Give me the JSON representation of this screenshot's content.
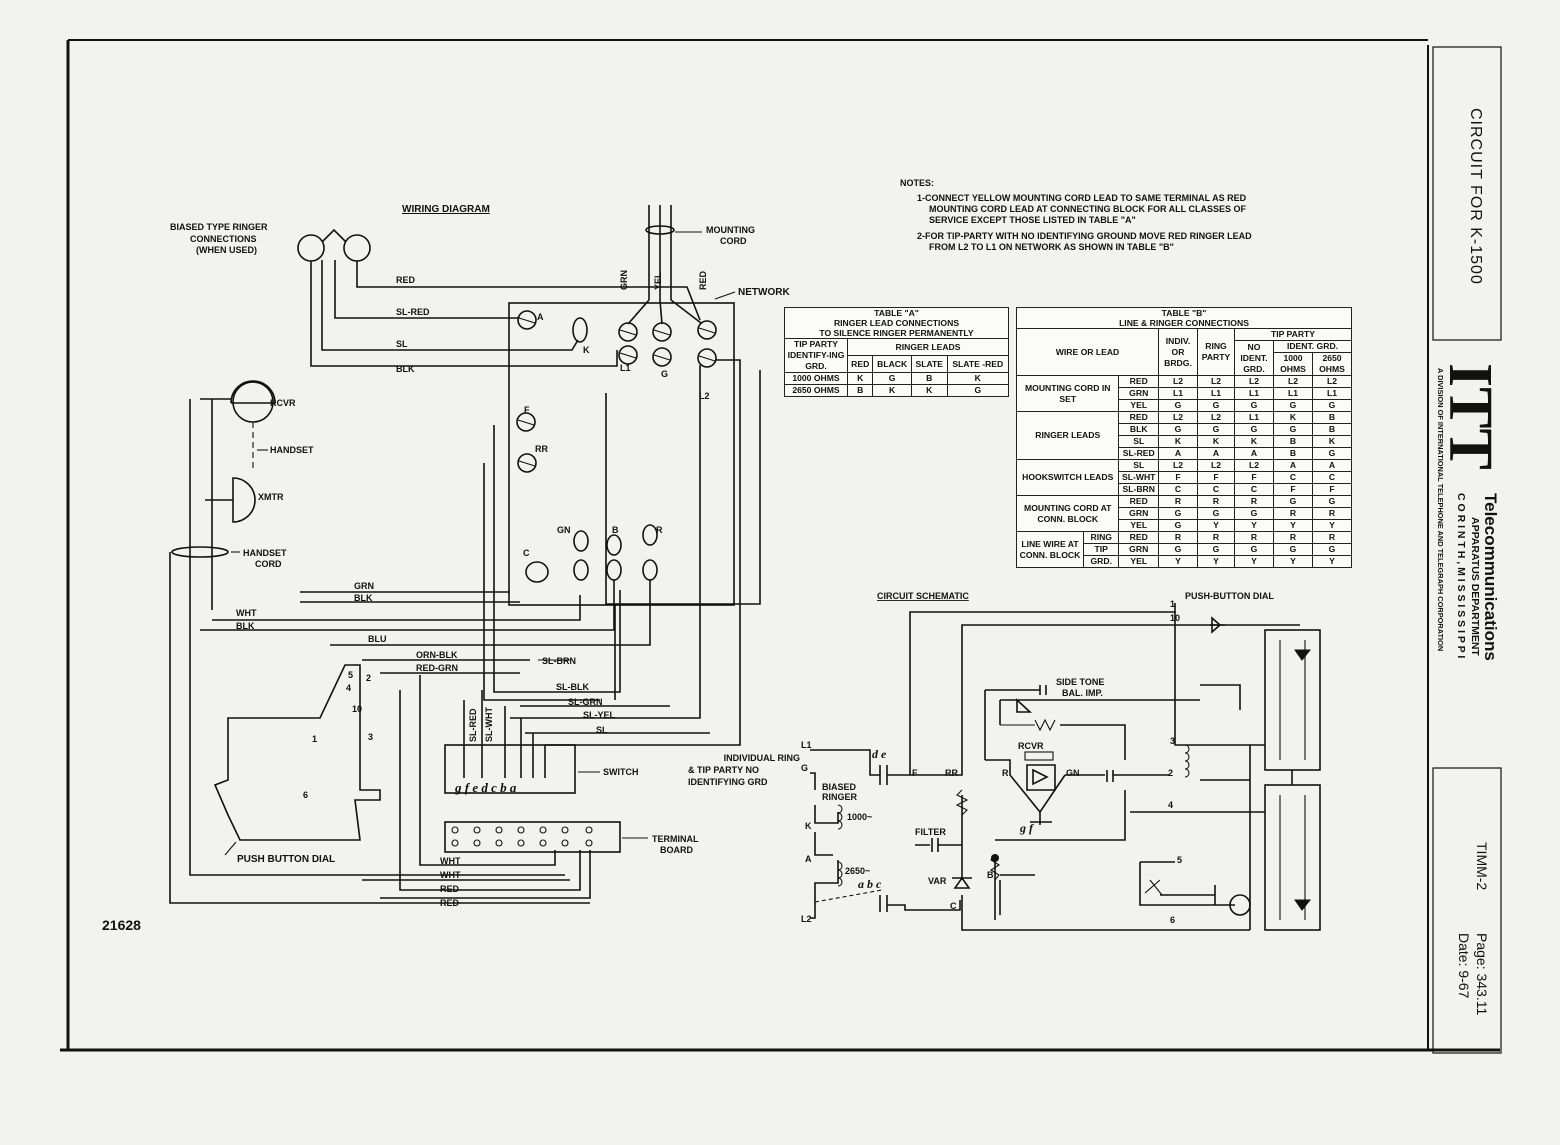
{
  "sidebar": {
    "circuit_title": "CIRCUIT FOR K-1500",
    "logo_text": "ITT",
    "company": "Telecommunications",
    "department": "APPARATUS DEPARTMENT",
    "city": "C O R I N T H ,   M I S S I S S I P P I",
    "division": "A DIVISION OF INTERNATIONAL TELEPHONE AND TELEGRAPH CORPORATION",
    "doc_code": "TIMM-2",
    "page_label": "Page: 343.11",
    "date_label": "Date:   9-67"
  },
  "drawing_number": "21628",
  "wiring": {
    "title": "WIRING DIAGRAM",
    "ringer_conn": [
      "BIASED TYPE RINGER",
      "CONNECTIONS",
      "(WHEN USED)"
    ],
    "mounting_cord": [
      "MOUNTING",
      "CORD"
    ],
    "network": "NETWORK",
    "rcvr": "RCVR",
    "handset": "HANDSET",
    "xmtr": "XMTR",
    "handset_cord": [
      "HANDSET",
      "CORD"
    ],
    "switch": "SWITCH",
    "terminal_board": [
      "TERMINAL",
      "BOARD"
    ],
    "push_button_dial": "PUSH BUTTON DIAL",
    "switch_letters": "g f  e d c b a",
    "wire_labels": {
      "red": "RED",
      "sl_red": "SL-RED",
      "sl": "SL",
      "blk": "BLK",
      "grn": "GRN",
      "blk2": "BLK",
      "wht": "WHT",
      "blk3": "BLK",
      "blu": "BLU",
      "orn_blk": "ORN-BLK",
      "red_grn": "RED-GRN",
      "sl_brn": "SL-BRN",
      "sl_blk": "SL-BLK",
      "sl_grn": "SL-GRN",
      "sl_yel": "SL-YEL",
      "sl2": "SL",
      "sl_red_v": "SL-RED",
      "sl_wht_v": "SL-WHT",
      "wht_b1": "WHT",
      "wht_b2": "WHT",
      "red_b1": "RED",
      "red_b2": "RED",
      "cord_grn": "GRN",
      "cord_yel": "YEL",
      "cord_red": "RED"
    },
    "terminals": {
      "A": "A",
      "K": "K",
      "L1": "L1",
      "G": "G",
      "L2": "L2",
      "F": "F",
      "RR": "RR",
      "GN": "GN",
      "B": "B",
      "R": "R",
      "C": "C"
    },
    "dial_pins": {
      "p5": "5",
      "p4": "4",
      "p2": "2",
      "p10": "10",
      "p1": "1",
      "p3": "3",
      "p6": "6"
    }
  },
  "notes": {
    "title": "NOTES:",
    "lines": [
      "1-CONNECT YELLOW MOUNTING CORD LEAD TO SAME TERMINAL AS RED",
      "MOUNTING CORD LEAD AT CONNECTING BLOCK FOR ALL CLASSES OF",
      "SERVICE EXCEPT THOSE LISTED IN TABLE \"A\"",
      "2-FOR TIP-PARTY WITH NO IDENTIFYING GROUND MOVE RED RINGER LEAD",
      "FROM L2 TO L1 ON NETWORK AS SHOWN IN TABLE \"B\""
    ]
  },
  "table_a": {
    "title": "TABLE \"A\"",
    "subtitle1": "RINGER LEAD CONNECTIONS",
    "subtitle2": "TO SILENCE RINGER PERMANENTLY",
    "col0": "TIP PARTY IDENTIFY-ING GRD.",
    "group": "RINGER LEADS",
    "cols": [
      "RED",
      "BLACK",
      "SLATE",
      "SLATE -RED"
    ],
    "rows": [
      {
        "label": "1000 OHMS",
        "cells": [
          "K",
          "G",
          "B",
          "K"
        ]
      },
      {
        "label": "2650 OHMS",
        "cells": [
          "B",
          "K",
          "K",
          "G"
        ]
      }
    ]
  },
  "table_b": {
    "title": "TABLE \"B\"",
    "subtitle": "LINE & RINGER CONNECTIONS",
    "h_wire": "WIRE OR LEAD",
    "h_indiv": "INDIV. OR BRDG.",
    "h_ring": "RING PARTY",
    "h_tip": "TIP PARTY",
    "h_noident": "NO IDENT. GRD.",
    "h_identgrd": "IDENT. GRD.",
    "h_1000": "1000 OHMS",
    "h_2650": "2650 OHMS",
    "groups": [
      {
        "name": "MOUNTING CORD IN SET",
        "rows": [
          {
            "lead": "RED",
            "cells": [
              "L2",
              "L2",
              "L2",
              "L2",
              "L2"
            ]
          },
          {
            "lead": "GRN",
            "cells": [
              "L1",
              "L1",
              "L1",
              "L1",
              "L1"
            ]
          },
          {
            "lead": "YEL",
            "cells": [
              "G",
              "G",
              "G",
              "G",
              "G"
            ]
          }
        ]
      },
      {
        "name": "RINGER LEADS",
        "rows": [
          {
            "lead": "RED",
            "cells": [
              "L2",
              "L2",
              "L1",
              "K",
              "B"
            ]
          },
          {
            "lead": "BLK",
            "cells": [
              "G",
              "G",
              "G",
              "G",
              "B"
            ]
          },
          {
            "lead": "SL",
            "cells": [
              "K",
              "K",
              "K",
              "B",
              "K"
            ]
          },
          {
            "lead": "SL-RED",
            "cells": [
              "A",
              "A",
              "A",
              "B",
              "G"
            ]
          }
        ]
      },
      {
        "name": "HOOKSWITCH LEADS",
        "rows": [
          {
            "lead": "SL",
            "cells": [
              "L2",
              "L2",
              "L2",
              "A",
              "A"
            ]
          },
          {
            "lead": "SL-WHT",
            "cells": [
              "F",
              "F",
              "F",
              "C",
              "C"
            ]
          },
          {
            "lead": "SL-BRN",
            "cells": [
              "C",
              "C",
              "C",
              "F",
              "F"
            ]
          }
        ]
      },
      {
        "name": "MOUNTING CORD AT CONN. BLOCK",
        "rows": [
          {
            "lead": "RED",
            "cells": [
              "R",
              "R",
              "R",
              "G",
              "G"
            ]
          },
          {
            "lead": "GRN",
            "cells": [
              "G",
              "G",
              "G",
              "R",
              "R"
            ]
          },
          {
            "lead": "YEL",
            "cells": [
              "G",
              "Y",
              "Y",
              "Y",
              "Y"
            ]
          }
        ]
      },
      {
        "name": "LINE WIRE AT CONN. BLOCK",
        "rows": [
          {
            "sub": "RING",
            "lead": "RED",
            "cells": [
              "R",
              "R",
              "R",
              "R",
              "R"
            ]
          },
          {
            "sub": "TIP",
            "lead": "GRN",
            "cells": [
              "G",
              "G",
              "G",
              "G",
              "G"
            ]
          },
          {
            "sub": "GRD.",
            "lead": "YEL",
            "cells": [
              "Y",
              "Y",
              "Y",
              "Y",
              "Y"
            ]
          }
        ]
      }
    ]
  },
  "schematic": {
    "title": "CIRCUIT SCHEMATIC",
    "pb_dial": "PUSH-BUTTON DIAL",
    "indiv": [
      "INDIVIDUAL RING",
      "& TIP PARTY NO",
      "IDENTIFYING GRD"
    ],
    "biased": [
      "BIASED",
      "RINGER"
    ],
    "r1000": "1000~",
    "r2650": "2650~",
    "side_tone": [
      "SIDE TONE",
      "BAL. IMP."
    ],
    "rcvr": "RCVR",
    "filter": "FILTER",
    "var": "VAR",
    "labels": {
      "L1": "L1",
      "G": "G",
      "K": "K",
      "A": "A",
      "L2": "L2",
      "F": "F",
      "RR": "RR",
      "R": "R",
      "GN": "GN",
      "B": "B",
      "C": "C",
      "de": "d e",
      "gf": "g  f",
      "abc": "a b c",
      "n1": "1",
      "n10": "10",
      "n3": "3",
      "n2": "2",
      "n4": "4",
      "n5": "5",
      "n6": "6"
    }
  }
}
